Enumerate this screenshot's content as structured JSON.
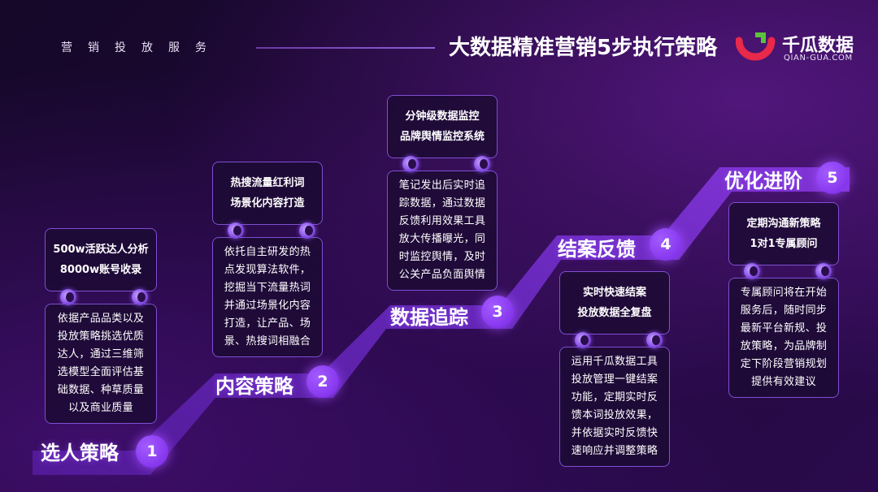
{
  "header": {
    "section_label": "营销投放服务",
    "title": "大数据精准营销5步执行策略"
  },
  "logo": {
    "name": "千瓜数据",
    "domain": "QIAN-GUA.COM",
    "colors": {
      "red": "#e8294a",
      "green": "#5cc23a"
    }
  },
  "colors": {
    "accent": "#7a26e6",
    "card_border": "#7e4fd2",
    "background": "#1d0736"
  },
  "steps": [
    {
      "num": "1",
      "label": "选人策略",
      "head": [
        "500w活跃达人分析",
        "8000w账号收录"
      ],
      "body": [
        "依据产品品类以及",
        "投放策略挑选优质",
        "达人，通过三维筛",
        "选模型全面评估基",
        "础数据、种草质量",
        "以及商业质量"
      ]
    },
    {
      "num": "2",
      "label": "内容策略",
      "head": [
        "热搜流量红利词",
        "场景化内容打造"
      ],
      "body": [
        "依托自主研发的热",
        "点发现算法软件，",
        "挖掘当下流量热词",
        "并通过场景化内容",
        "打造，让产品、场",
        "景、热搜词相融合"
      ]
    },
    {
      "num": "3",
      "label": "数据追踪",
      "head": [
        "分钟级数据监控",
        "品牌舆情监控系统"
      ],
      "body": [
        "笔记发出后实时追",
        "踪数据，通过数据",
        "反馈利用效果工具",
        "放大传播曝光，同",
        "时监控舆情，及时",
        "公关产品负面舆情"
      ]
    },
    {
      "num": "4",
      "label": "结案反馈",
      "head": [
        "实时快速结案",
        "投放数据全复盘"
      ],
      "body": [
        "运用千瓜数据工具",
        "投放管理一键结案",
        "功能，定期实时反",
        "馈本词投放效果，",
        "并依据实时反馈快",
        "速响应并调整策略"
      ]
    },
    {
      "num": "5",
      "label": "优化进阶",
      "head": [
        "定期沟通新策略",
        "1对1专属顾问"
      ],
      "body": [
        "专属顾问将在开始",
        "服务后，随时同步",
        "最新平台新规、投",
        "放策略，为品牌制",
        "定下阶段营销规划",
        "提供有效建议"
      ]
    }
  ]
}
